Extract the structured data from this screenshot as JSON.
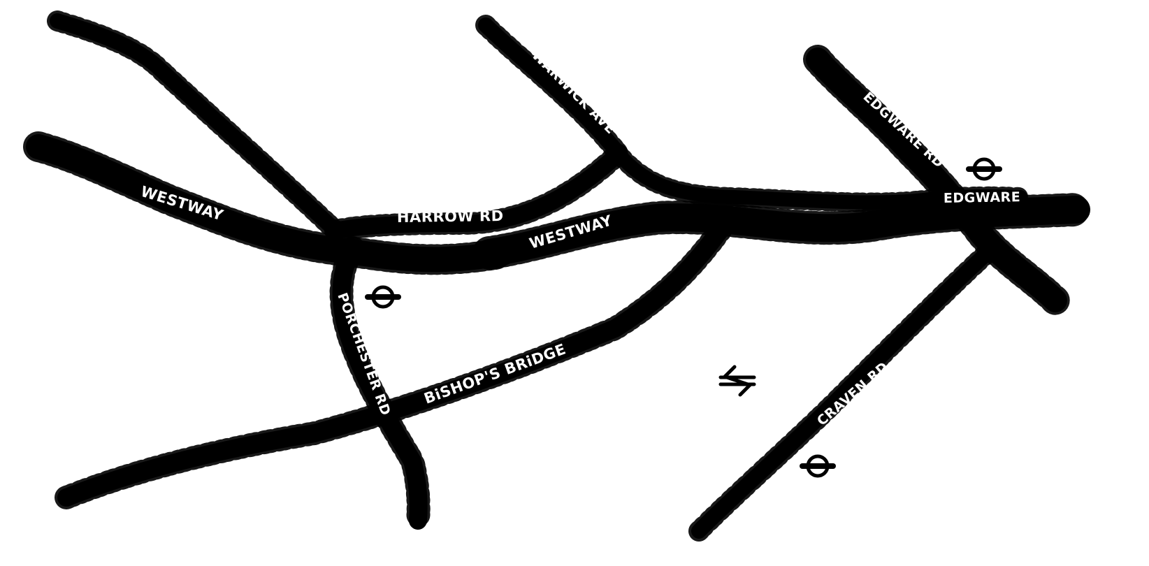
{
  "colors": {
    "road": "#000000",
    "label": "#ffffff",
    "background": "#ffffff",
    "symbol": "#000000"
  },
  "roads": {
    "westway_west": "WESTWAY",
    "harrow_rd": "HARROW RD",
    "westway_east": "WESTWAY",
    "warwick_ave": "WARWICK AVE",
    "edgware_rd": "EDGWARE RD",
    "edgware": "EDGWARE",
    "porchester_rd": "PORCHESTER RD",
    "bishops_bridge_rd": "BiSHOP'S BRiDGE RD",
    "craven_rd": "CRAVEN RD"
  },
  "icons": {
    "underground": "london-underground-roundel-icon",
    "rail": "national-rail-icon"
  }
}
